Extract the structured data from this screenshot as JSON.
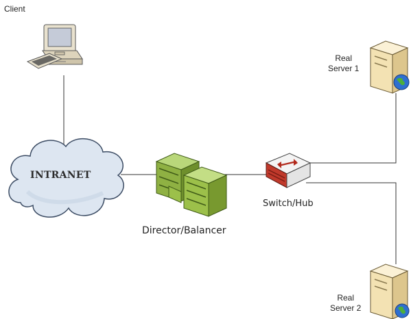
{
  "nodes": {
    "client": {
      "label": "Client"
    },
    "intranet": {
      "label": "INTRANET"
    },
    "director": {
      "label": "Director/Balancer"
    },
    "switch": {
      "label": "Switch/Hub"
    },
    "real_server_1": {
      "label_line1": "Real",
      "label_line2": "Server 1"
    },
    "real_server_2": {
      "label_line1": "Real",
      "label_line2": "Server 2"
    }
  },
  "icons": {
    "client": "desktop-computer-icon",
    "intranet": "cloud-icon",
    "director": "server-cluster-icon",
    "switch": "network-switch-icon",
    "real_server": "web-server-icon"
  },
  "colors": {
    "line": "#333333",
    "cloud_fill": "#dde6f1",
    "cloud_stroke": "#3b4b63",
    "server_green": "#9cc04a",
    "switch_red": "#c0392b",
    "real_server_body": "#f3e2b3"
  }
}
